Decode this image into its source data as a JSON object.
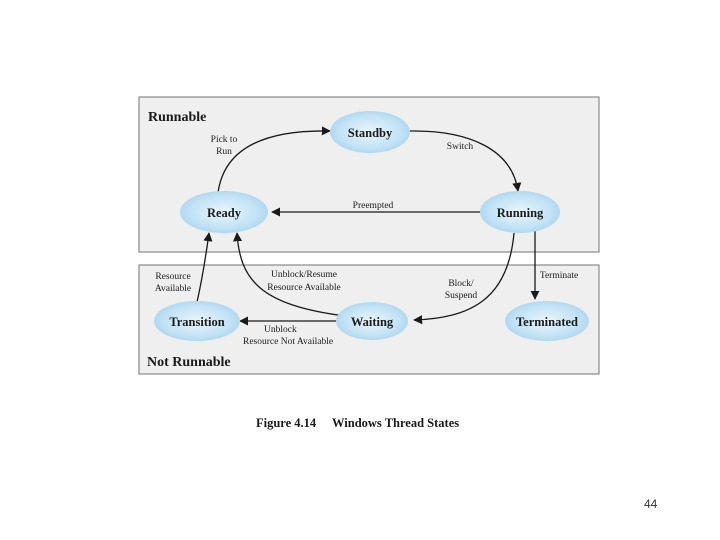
{
  "regions": {
    "runnable": "Runnable",
    "not_runnable": "Not Runnable"
  },
  "states": {
    "standby": "Standby",
    "ready": "Ready",
    "running": "Running",
    "transition": "Transition",
    "waiting": "Waiting",
    "terminated": "Terminated"
  },
  "transitions": {
    "pick_to_run_1": "Pick to",
    "pick_to_run_2": "Run",
    "switch": "Switch",
    "preempted": "Preempted",
    "terminate": "Terminate",
    "block_1": "Block/",
    "block_2": "Suspend",
    "unblock_resume_1": "Unblock/Resume",
    "unblock_resume_2": "Resource Available",
    "resource_available_1": "Resource",
    "resource_available_2": "Available",
    "unblock_1": "Unblock",
    "unblock_2": "Resource Not Available"
  },
  "caption": {
    "figure": "Figure 4.14",
    "title": "Windows Thread States"
  },
  "page_number": "44",
  "colors": {
    "state_fill": "#bfe0f4",
    "state_center": "#e8f5fc",
    "region_fill": "#efefef"
  }
}
